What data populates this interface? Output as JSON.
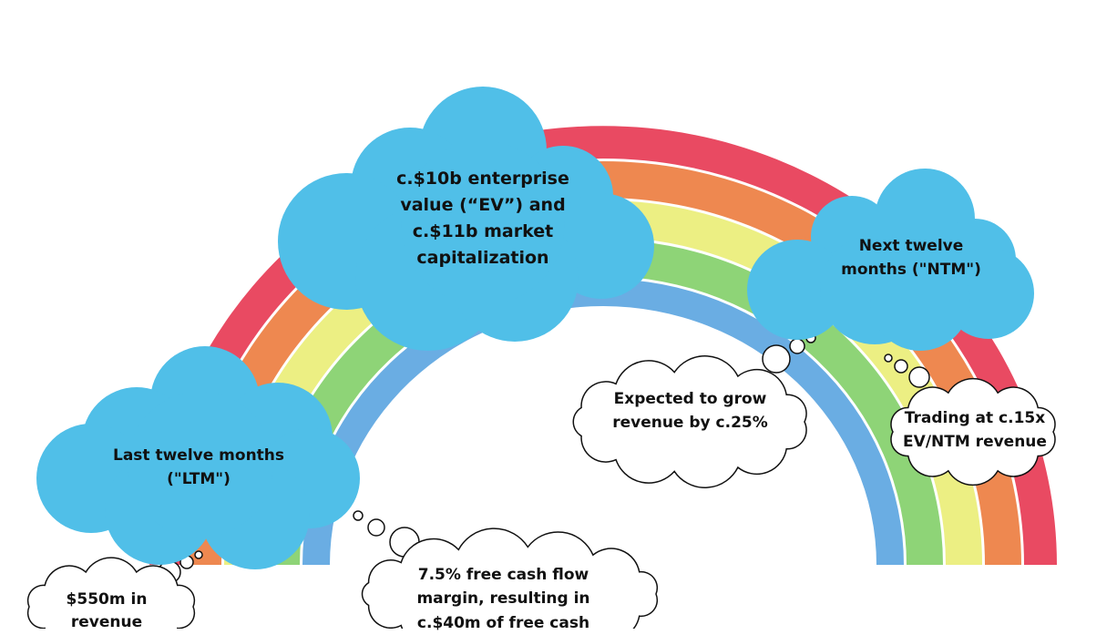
{
  "colors": {
    "rainbow": [
      "#e94a62",
      "#ee8850",
      "#ecef83",
      "#8ed477",
      "#6aade3"
    ],
    "cloud_fill": "#50bfe8",
    "thought_stroke": "#111111"
  },
  "clouds": {
    "ev": {
      "lines": [
        "c.$10b enterprise",
        "value (“EV”) and",
        "c.$11b market",
        "capitalization"
      ]
    },
    "ntm": {
      "lines": [
        "Next twelve",
        "months (\"NTM\")"
      ]
    },
    "ltm": {
      "lines": [
        "Last twelve months",
        "(\"LTM\")"
      ]
    }
  },
  "thoughts": {
    "grow": {
      "lines": [
        "Expected to grow",
        "revenue by c.25%"
      ]
    },
    "trade": {
      "lines": [
        "Trading at c.15x",
        "EV/NTM revenue"
      ]
    },
    "rev": {
      "lines": [
        "$550m in",
        "revenue"
      ]
    },
    "fcf": {
      "lines": [
        "7.5% free cash flow",
        "margin, resulting in",
        "c.$40m of free cash"
      ]
    }
  }
}
